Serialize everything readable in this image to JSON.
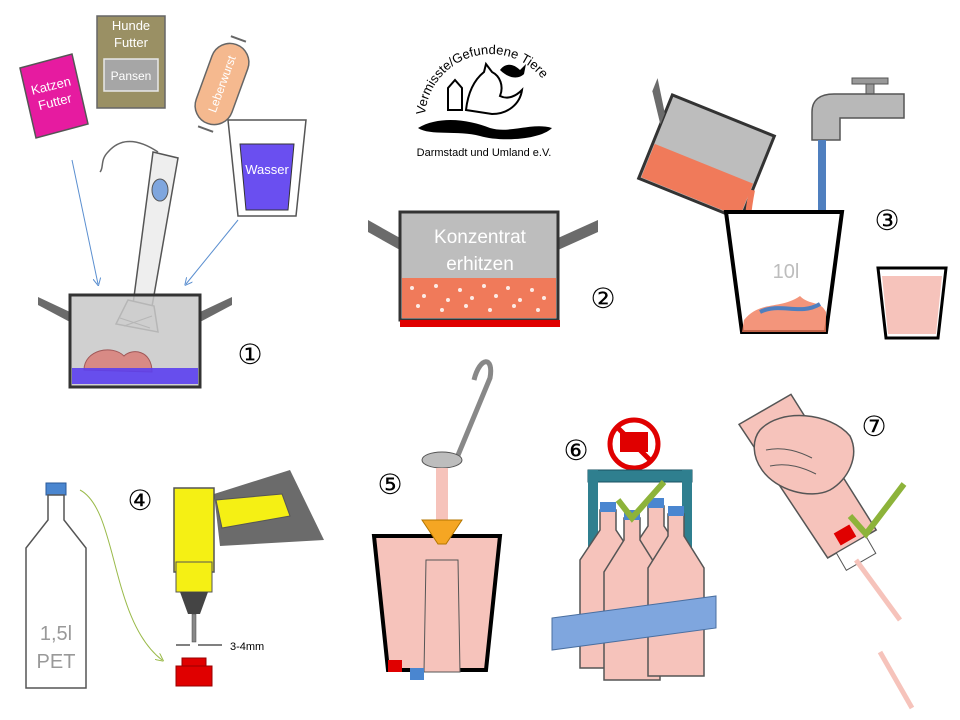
{
  "logo": {
    "arc_text": "Vermisste/Gefundene Tiere",
    "org_name": "Darmstadt und Umland e.V."
  },
  "step1": {
    "number": "①",
    "cat_food": [
      "Katzen",
      "Futter"
    ],
    "dog_food": [
      "Hunde",
      "Futter"
    ],
    "pansen": "Pansen",
    "sausage": "Leberwurst",
    "water": "Wasser"
  },
  "step2": {
    "number": "②",
    "pot_label": [
      "Konzentrat",
      "erhitzen"
    ]
  },
  "step3": {
    "number": "③",
    "volume": "10l"
  },
  "step4": {
    "number": "④",
    "bottle_label": [
      "1,5l",
      "PET"
    ],
    "drill_size": "3-4mm"
  },
  "step5": {
    "number": "⑤"
  },
  "step6": {
    "number": "⑥"
  },
  "step7": {
    "number": "⑦"
  },
  "colors": {
    "magenta": "#e61ba0",
    "olive": "#9a9064",
    "water": "#6a4ff0",
    "sausage": "#f5b98f",
    "meat": "#f07a5a",
    "pink_liquid": "#f6c3bb",
    "tap_blue": "#4f7fbf",
    "drill_yellow": "#f5f014",
    "cap_blue": "#4a86d0",
    "red": "#e00000",
    "check_green": "#8db33a",
    "carrier": "#7fa6de"
  }
}
